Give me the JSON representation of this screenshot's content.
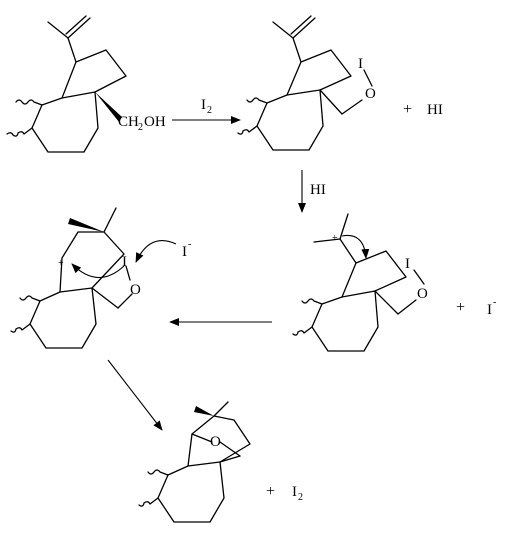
{
  "labels": {
    "ch2oh_prefix": "CH",
    "ch2oh_sub": "2",
    "ch2oh_suffix": "OH",
    "iodine_atom": "I",
    "oxygen_atom": "O",
    "hi_product": "HI",
    "iodide_ion": "I",
    "charge_minus": "-",
    "charge_plus": "+",
    "i2_product": "I",
    "i2_sub": "2",
    "plus_sign": "+"
  },
  "reagents": {
    "step1_prefix": "I",
    "step1_sub": "2",
    "step2": "HI"
  },
  "colors": {
    "ink": "#000000",
    "background": "#ffffff"
  }
}
